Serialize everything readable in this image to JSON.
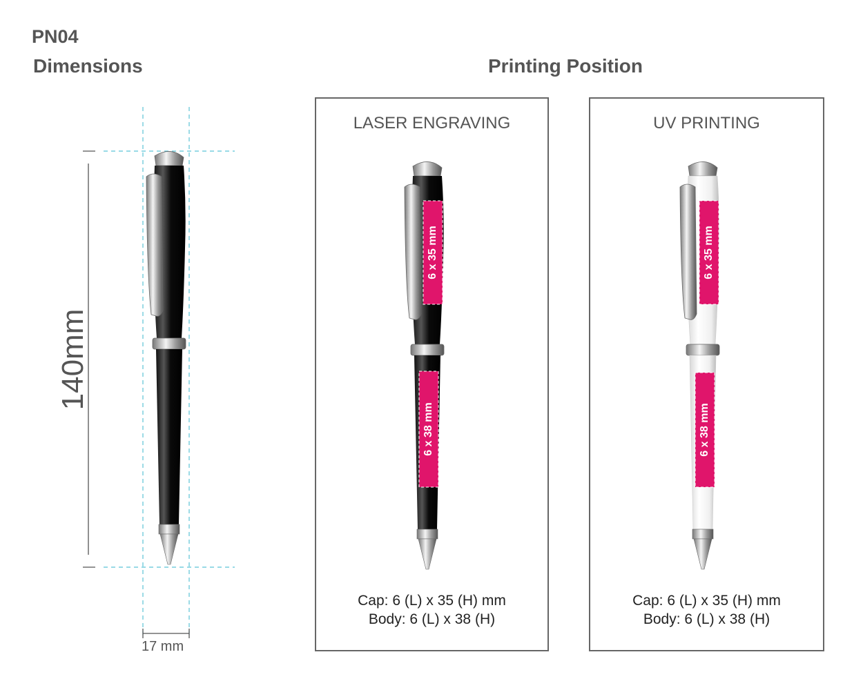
{
  "header": {
    "model": "PN04",
    "dimensions_title": "Dimensions",
    "printing_title": "Printing Position"
  },
  "dimensions": {
    "length_label": "140mm",
    "width_label": "17 mm"
  },
  "panels": [
    {
      "title": "LASER ENGRAVING",
      "pen_color": "black",
      "cap_area_label": "6 x 35 mm",
      "body_area_label": "6 x 38 mm",
      "spec_cap": "Cap: 6 (L) x 35 (H) mm",
      "spec_body": "Body: 6 (L) x 38 (H)"
    },
    {
      "title": "UV PRINTING",
      "pen_color": "white",
      "cap_area_label": "6 x 35 mm",
      "body_area_label": "6 x 38 mm",
      "spec_cap": "Cap: 6 (L) x 35 (H) mm",
      "spec_body": "Body: 6 (L) x 38 (H)"
    }
  ],
  "colors": {
    "print_area": "#e0156b",
    "guide_line": "#5bc3d6",
    "heading": "#555555"
  }
}
